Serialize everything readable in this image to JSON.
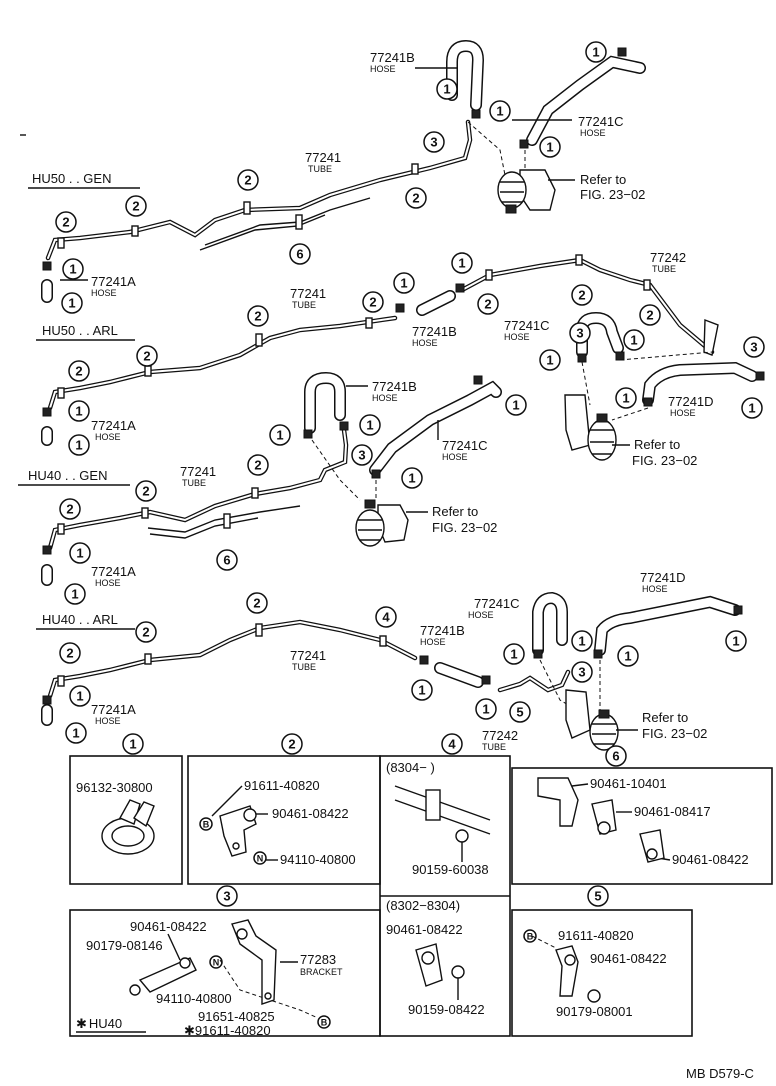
{
  "variants": {
    "hu50_gen": "HU50 . . GEN",
    "hu50_arl": "HU50 . . ARL",
    "hu40_gen": "HU40 . . GEN",
    "hu40_arl": "HU40 . . ARL"
  },
  "parts": {
    "p77241": "77241",
    "tube": "TUBE",
    "hose": "HOSE",
    "p77241A": "77241A",
    "p77241B": "77241B",
    "p77241C": "77241C",
    "p77241D": "77241D",
    "p77242": "77242",
    "refer_to": "Refer to",
    "fig": "FIG. 23−02"
  },
  "callouts": [
    "1",
    "2",
    "3",
    "4",
    "5",
    "6"
  ],
  "letters": {
    "b": "B",
    "n": "N"
  },
  "detail": {
    "d1": {
      "no": "1",
      "p1": "96132-30800"
    },
    "d2": {
      "no": "2",
      "p1": "91611-40820",
      "p2": "90461-08422",
      "p3": "94110-40800"
    },
    "d3": {
      "no": "3",
      "p1": "90461-08422",
      "p2": "90179-08146",
      "p3": "77283",
      "p3sub": "BRACKET",
      "p4": "94110-40800",
      "p5": "91651-40825",
      "p6": "91611-40820",
      "note": "HU40",
      "mark": "✱"
    },
    "d4": {
      "no": "4",
      "range1": "(8304−       )",
      "p1": "90159-60038",
      "range2": "(8302−8304)",
      "p2": "90461-08422",
      "p3": "90159-08422"
    },
    "d5": {
      "no": "5",
      "p1": "91611-40820",
      "p2": "90461-08422",
      "p3": "90179-08001"
    },
    "d6": {
      "no": "6",
      "p1": "90461-10401",
      "p2": "90461-08417",
      "p3": "90461-08422"
    }
  },
  "footer": "MB D579-C"
}
